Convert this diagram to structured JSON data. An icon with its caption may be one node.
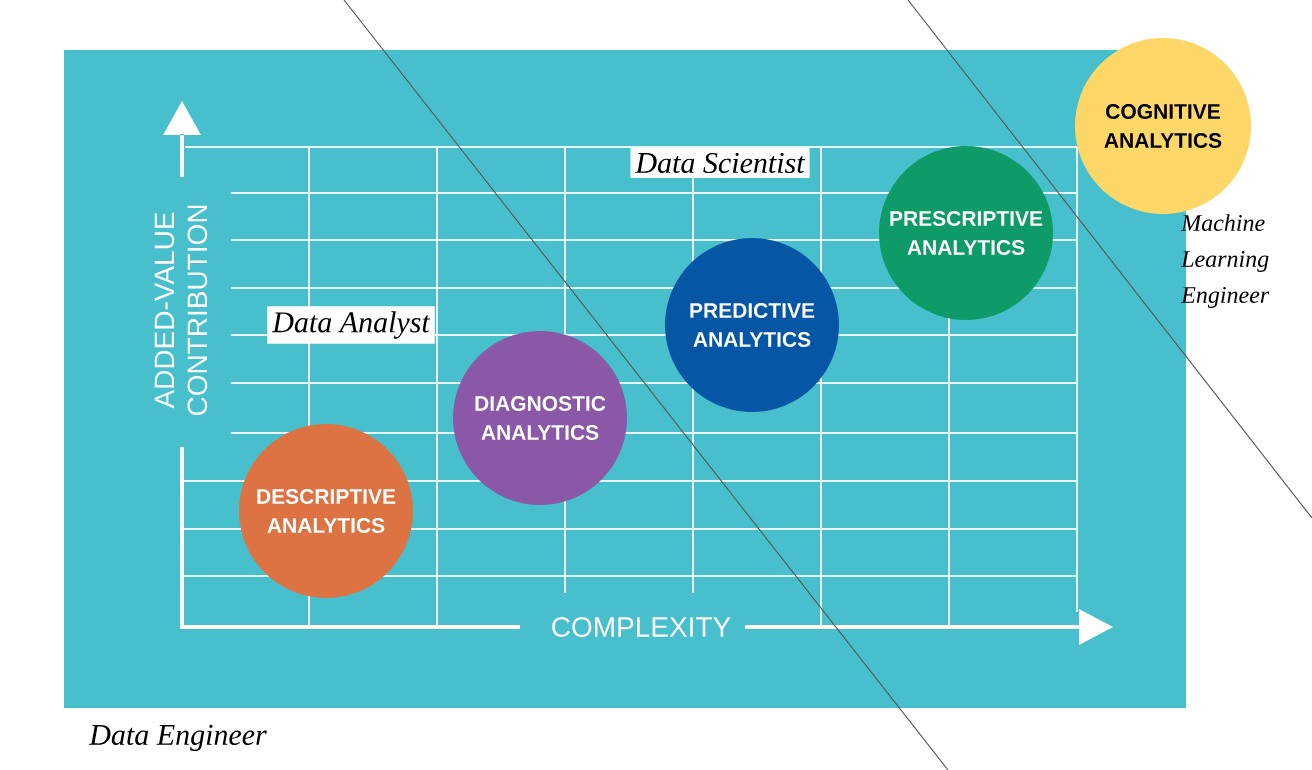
{
  "diagram": {
    "nodes": [
      {
        "text": [
          "DESCRIPTIVE ANALYTICS"
        ]
      },
      {
        "text": [
          "DIAGNOSTIC ANALYTICS"
        ]
      },
      {
        "text": [
          "PREDICTIVE ANALYTICS"
        ]
      },
      {
        "text": [
          "PRESCRIPTIVE ANALYTICS"
        ]
      },
      {
        "text": [
          "COGNITIVE ANALYTICS"
        ]
      }
    ],
    "labels": [
      "Data Scientist",
      "ADDED-VALUE CONTRIBUTION",
      "Machine Learning Engineer",
      "Data Analyst",
      "COMPLEXITY",
      "Data Engineer"
    ]
  }
}
